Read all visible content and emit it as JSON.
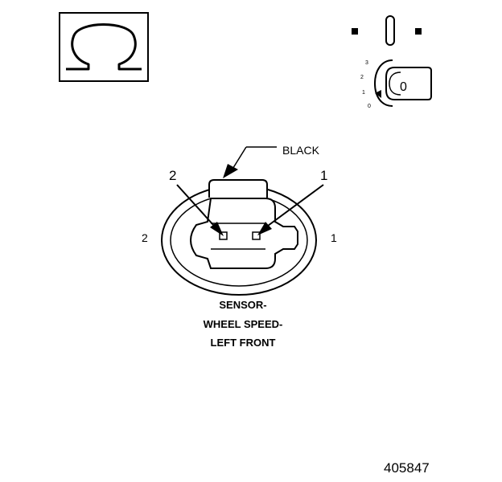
{
  "ohm_symbol": {
    "icon": "ohm-icon",
    "glyph": "Ω"
  },
  "ignition_key": {
    "icon": "ignition-key-icon",
    "positions": [
      "3",
      "2",
      "1",
      "0"
    ],
    "key_label": "0"
  },
  "connector": {
    "color_callout": "BLACK",
    "pin_callouts": {
      "left": "2",
      "right": "1"
    },
    "side_labels": {
      "left": "2",
      "right": "1"
    }
  },
  "caption": {
    "line1": "SENSOR-",
    "line2": "WHEEL SPEED-",
    "line3": "LEFT FRONT"
  },
  "figure_number": "405847"
}
